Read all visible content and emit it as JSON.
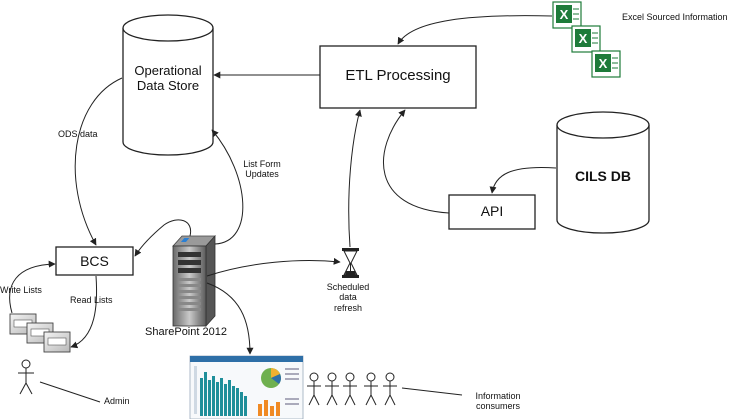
{
  "nodes": {
    "ods": "Operational\nData Store",
    "etl": "ETL Processing",
    "cils": "CILS DB",
    "api": "API",
    "bcs": "BCS",
    "sharepoint": "SharePoint 2012",
    "excel": "Excel Sourced Information"
  },
  "edges": {
    "ods_data": "ODS data",
    "list_form_updates": "List Form\nUpdates",
    "scheduled_refresh": "Scheduled\ndata\nrefresh",
    "write_lists": "Write Lists",
    "read_lists": "Read Lists"
  },
  "actors": {
    "admin": "Admin",
    "consumers": "Information\nconsumers"
  },
  "colors": {
    "excel_green": "#1e7b3a",
    "line": "#222222"
  }
}
